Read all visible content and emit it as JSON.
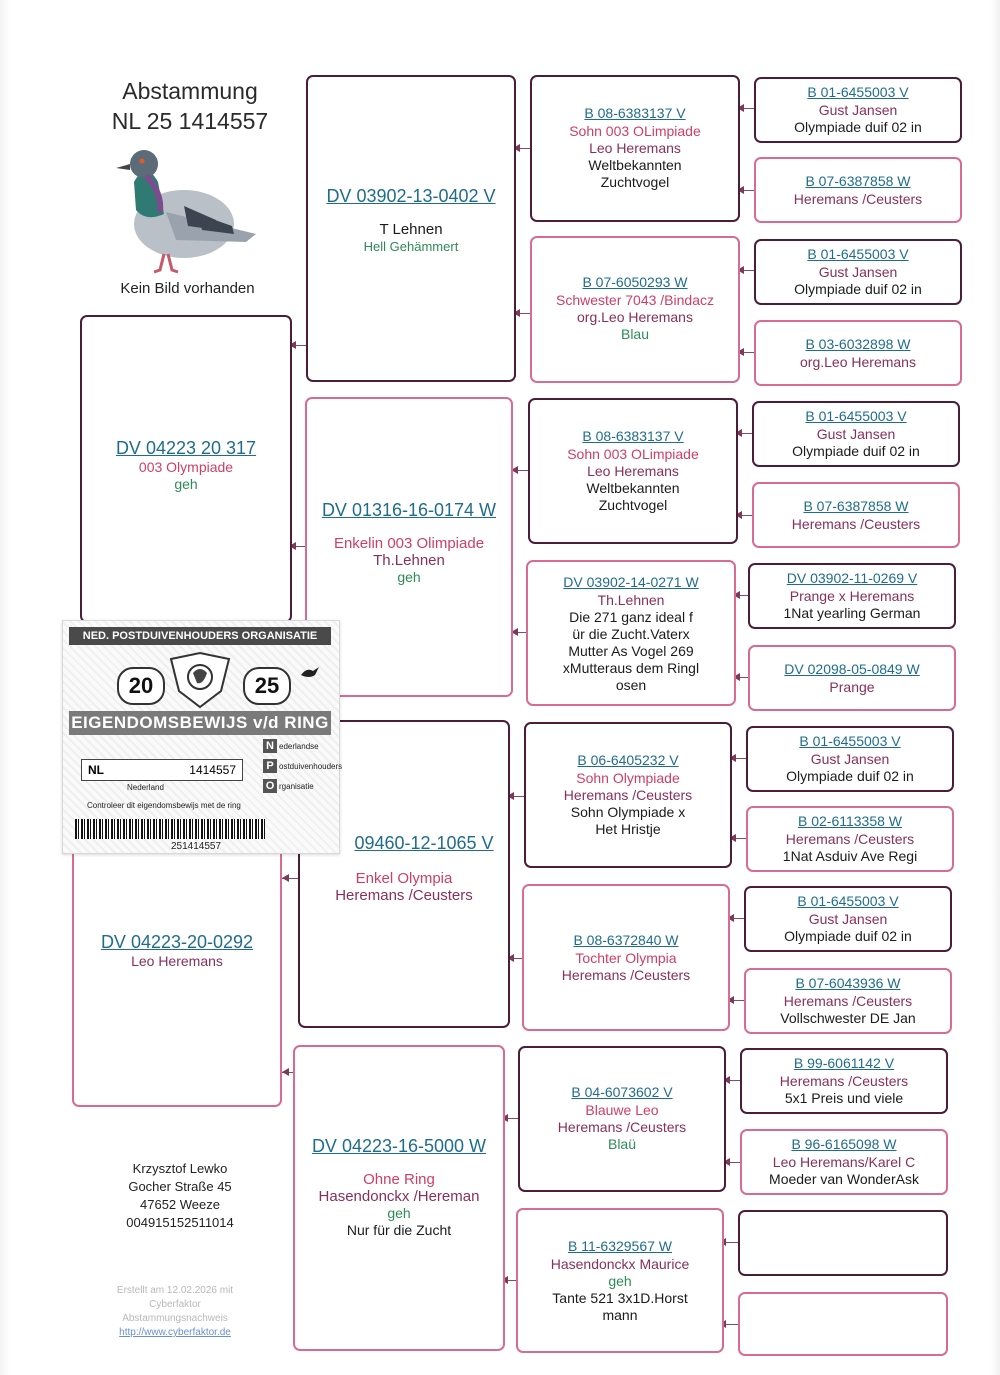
{
  "header": {
    "title_line1": "Abstammung",
    "title_line2": "NL 25 1414557",
    "image_caption": "Kein Bild vorhanden"
  },
  "owner": {
    "name": "Krzysztof Lewko",
    "street": "Gocher Straße 45",
    "city": "47652 Weeze",
    "phone": "004915152511014"
  },
  "credit": {
    "line1": "Erstellt am 12.02.2026 mit",
    "line2": "Cyberfaktor",
    "line3": "Abstammungsnachweis",
    "url": "http://www.cyberfaktor.de"
  },
  "certificate": {
    "org": "NED. POSTDUIVENHOUDERS ORGANISATIE",
    "year_left": "20",
    "year_right": "25",
    "title": "EIGENDOMSBEWIJS v/d RING",
    "country_code": "NL",
    "ring_number": "1414557",
    "country_name": "Nederland",
    "letter_n": "N",
    "letter_n_text": "ederlandse",
    "letter_p": "P",
    "letter_p_text": "ostduivenhouders",
    "letter_o": "O",
    "letter_o_text": "rganisatie",
    "note": "Controleer dit eigendomsbewijs met de ring",
    "barcode_number": "251414557"
  },
  "pedigree": {
    "sire": {
      "ring": "DV 04223 20 317",
      "line1": "003 Olympiade",
      "line2": "geh"
    },
    "dam": {
      "ring": "DV 04223-20-0292",
      "line1": "Leo Heremans"
    },
    "g1": {
      "ring": "DV 03902-13-0402 V",
      "line1": "T Lehnen",
      "line2": "Hell Gehämmert"
    },
    "g2": {
      "ring": "DV 01316-16-0174 W",
      "line1": "Enkelin 003 Olimpiade",
      "line2": "Th.Lehnen",
      "line3": "geh"
    },
    "g3": {
      "ring": "09460-12-1065 V",
      "line1": "Enkel Olympia",
      "line2": "Heremans /Ceusters"
    },
    "g4": {
      "ring": "DV 04223-16-5000 W",
      "line1": "Ohne Ring",
      "line2": "Hasendonckx /Hereman",
      "line3": "geh",
      "line4": "Nur für die Zucht"
    },
    "gg1": {
      "ring": "B 08-6383137 V",
      "line1": "Sohn 003 OLimpiade",
      "line2": "Leo Heremans",
      "line3": "Weltbekannten",
      "line4": "Zuchtvogel"
    },
    "gg2": {
      "ring": "B 07-6050293 W",
      "line1": "Schwester 7043 /Bindacz",
      "line2": "org.Leo Heremans",
      "line3": "Blau"
    },
    "gg3": {
      "ring": "B 08-6383137 V",
      "line1": "Sohn 003 OLimpiade",
      "line2": "Leo Heremans",
      "line3": "Weltbekannten",
      "line4": "Zuchtvogel"
    },
    "gg4": {
      "ring": "DV 03902-14-0271 W",
      "line1": "Th.Lehnen",
      "line2": "Die 271 ganz ideal f",
      "line3": "ür die Zucht.Vaterx",
      "line4": "Mutter As Vogel 269",
      "line5": "xMutteraus dem Ringl",
      "line6": "osen"
    },
    "gg5": {
      "ring": "B 06-6405232 V",
      "line1": "Sohn Olympiade",
      "line2": "Heremans /Ceusters",
      "line3": "Sohn Olympiade  x",
      "line4": "Het Hristje"
    },
    "gg6": {
      "ring": "B 08-6372840 W",
      "line1": "Tochter Olympia",
      "line2": "Heremans /Ceusters"
    },
    "gg7": {
      "ring": "B 04-6073602 V",
      "line1": "Blauwe Leo",
      "line2": "Heremans /Ceusters",
      "line3": "Blaü"
    },
    "gg8": {
      "ring": "B 11-6329567 W",
      "line1": "Hasendonckx Maurice",
      "line2": "geh",
      "line3": "Tante 521 3x1D.Horst",
      "line4": "mann"
    },
    "ggg1": {
      "ring": "B 01-6455003 V",
      "line1": "Gust Jansen",
      "line2": "Olympiade duif 02 in"
    },
    "ggg2": {
      "ring": "B 07-6387858 W",
      "line1": "Heremans /Ceusters"
    },
    "ggg3": {
      "ring": "B 01-6455003 V",
      "line1": "Gust Jansen",
      "line2": "Olympiade duif 02 in"
    },
    "ggg4": {
      "ring": "B 03-6032898 W",
      "line1": "org.Leo Heremans"
    },
    "ggg5": {
      "ring": "B 01-6455003 V",
      "line1": "Gust Jansen",
      "line2": "Olympiade duif 02 in"
    },
    "ggg6": {
      "ring": "B 07-6387858 W",
      "line1": "Heremans /Ceusters"
    },
    "ggg7": {
      "ring": "DV 03902-11-0269 V",
      "line1": "Prange  x Heremans",
      "line2": "1Nat yearling German"
    },
    "ggg8": {
      "ring": "DV 02098-05-0849 W",
      "line1": "Prange"
    },
    "ggg9": {
      "ring": "B 01-6455003 V",
      "line1": "Gust Jansen",
      "line2": "Olympiade duif 02 in"
    },
    "ggg10": {
      "ring": "B 02-6113358 W",
      "line1": "Heremans /Ceusters",
      "line2": "1Nat Asduiv Ave Regi"
    },
    "ggg11": {
      "ring": "B 01-6455003 V",
      "line1": "Gust Jansen",
      "line2": "Olympiade duif 02 in"
    },
    "ggg12": {
      "ring": "B 07-6043936 W",
      "line1": "Heremans /Ceusters",
      "line2": "Vollschwester DE Jan"
    },
    "ggg13": {
      "ring": "B 99-6061142 V",
      "line1": "Heremans /Ceusters",
      "line2": "5x1 Preis und viele"
    },
    "ggg14": {
      "ring": "B 96-6165098 W",
      "line1": "Leo Heremans/Karel C",
      "line2": "Moeder van WonderAsk"
    }
  }
}
